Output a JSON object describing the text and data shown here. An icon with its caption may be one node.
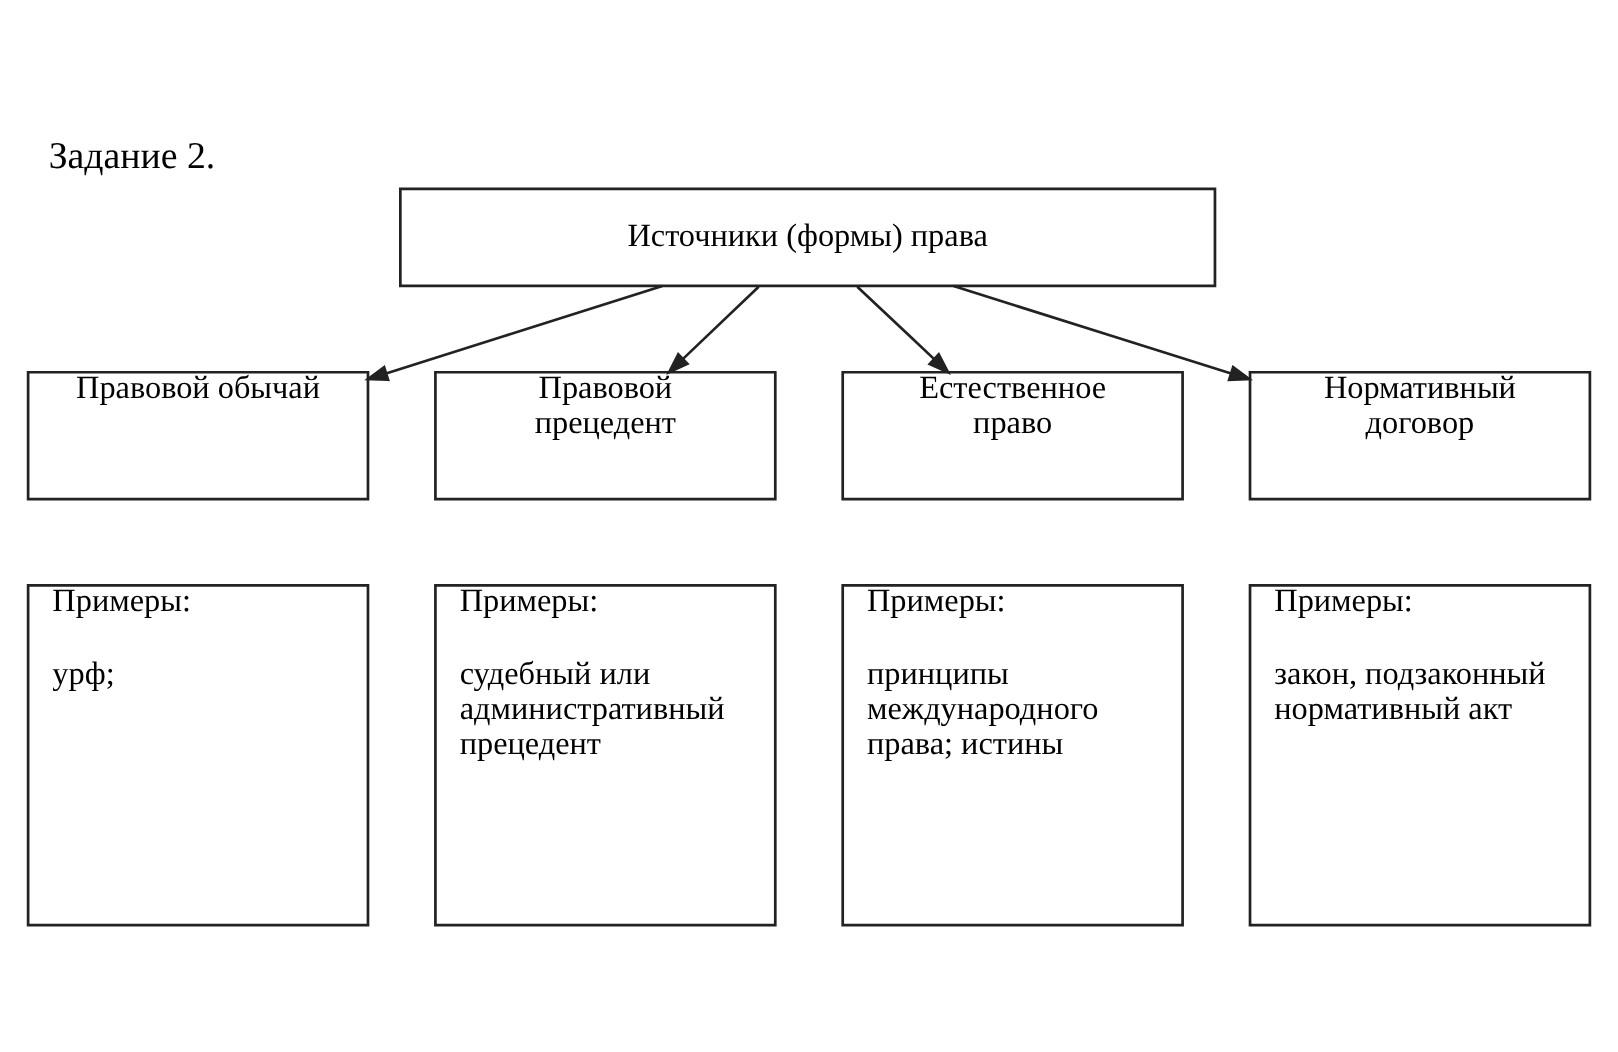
{
  "diagram": {
    "title": "Задание 2.",
    "nodes": [
      {
        "text": [
          "Источники (формы) права"
        ]
      },
      {
        "text": [
          "Правовой обычай"
        ]
      },
      {
        "text": [
          "Правовой прецедент"
        ]
      },
      {
        "text": [
          "Естественное право"
        ]
      },
      {
        "text": [
          "Нормативный договор"
        ]
      },
      {
        "text": [
          "Примеры:",
          "урф;"
        ]
      },
      {
        "text": [
          "Примеры:",
          "судебный или административный прецедент"
        ]
      },
      {
        "text": [
          "Примеры:",
          "принципы международного права; истины"
        ]
      },
      {
        "text": [
          "Примеры:",
          "закон, подзаконный нормативный акт"
        ]
      }
    ],
    "edges": [
      {
        "from": 0,
        "to": 1,
        "arrow": "to"
      },
      {
        "from": 0,
        "to": 2,
        "arrow": "to"
      },
      {
        "from": 0,
        "to": 3,
        "arrow": "to"
      },
      {
        "from": 0,
        "to": 4,
        "arrow": "to"
      }
    ]
  }
}
